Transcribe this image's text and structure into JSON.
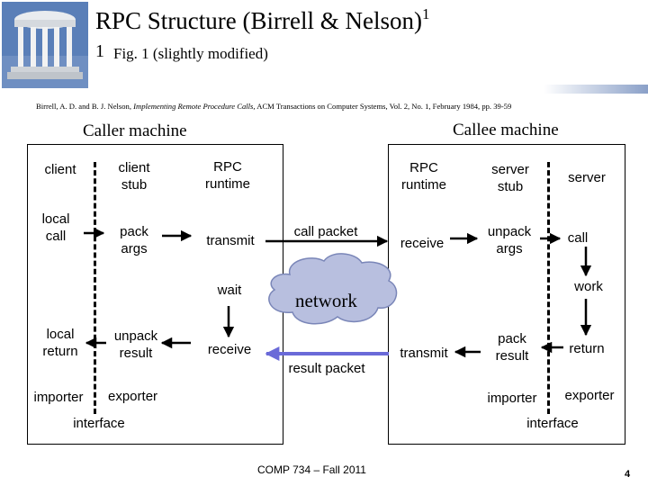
{
  "header": {
    "title": "RPC Structure (Birrell & Nelson)",
    "title_sup": "1",
    "footnote_marker": "1",
    "subtitle": "Fig. 1 (slightly modified)",
    "citation_authors": "Birrell, A. D. and B. J. Nelson,",
    "citation_title": "Implementing Remote Procedure Calls,",
    "citation_rest": "ACM Transactions on Computer Systems, Vol. 2, No. 1, February 1984, pp. 39-59"
  },
  "caller": {
    "title": "Caller machine",
    "col_client": "client",
    "col_stub": "client\nstub",
    "col_runtime": "RPC\nruntime",
    "local_call": "local\ncall",
    "pack_args": "pack\nargs",
    "transmit": "transmit",
    "wait": "wait",
    "local_return": "local\nreturn",
    "unpack_result": "unpack\nresult",
    "receive": "receive",
    "importer": "importer",
    "exporter": "exporter",
    "interface": "interface"
  },
  "callee": {
    "title": "Callee machine",
    "col_runtime": "RPC\nruntime",
    "col_stub": "server\nstub",
    "col_server": "server",
    "receive": "receive",
    "unpack_args": "unpack\nargs",
    "call": "call",
    "work": "work",
    "transmit": "transmit",
    "pack_result": "pack\nresult",
    "return": "return",
    "importer": "importer",
    "exporter": "exporter",
    "interface": "interface"
  },
  "network": {
    "label": "network",
    "call_packet": "call packet",
    "result_packet": "result packet"
  },
  "footer": {
    "course": "COMP 734 – Fall 2011",
    "page_number": "4"
  },
  "colors": {
    "result_arrow": "#6a6ad8",
    "cloud_fill": "#b8bfdf",
    "cloud_stroke": "#7a86b8",
    "logo_bg": "#5a7fb8"
  },
  "icons": {
    "logo": "columned-rotunda-logo"
  }
}
